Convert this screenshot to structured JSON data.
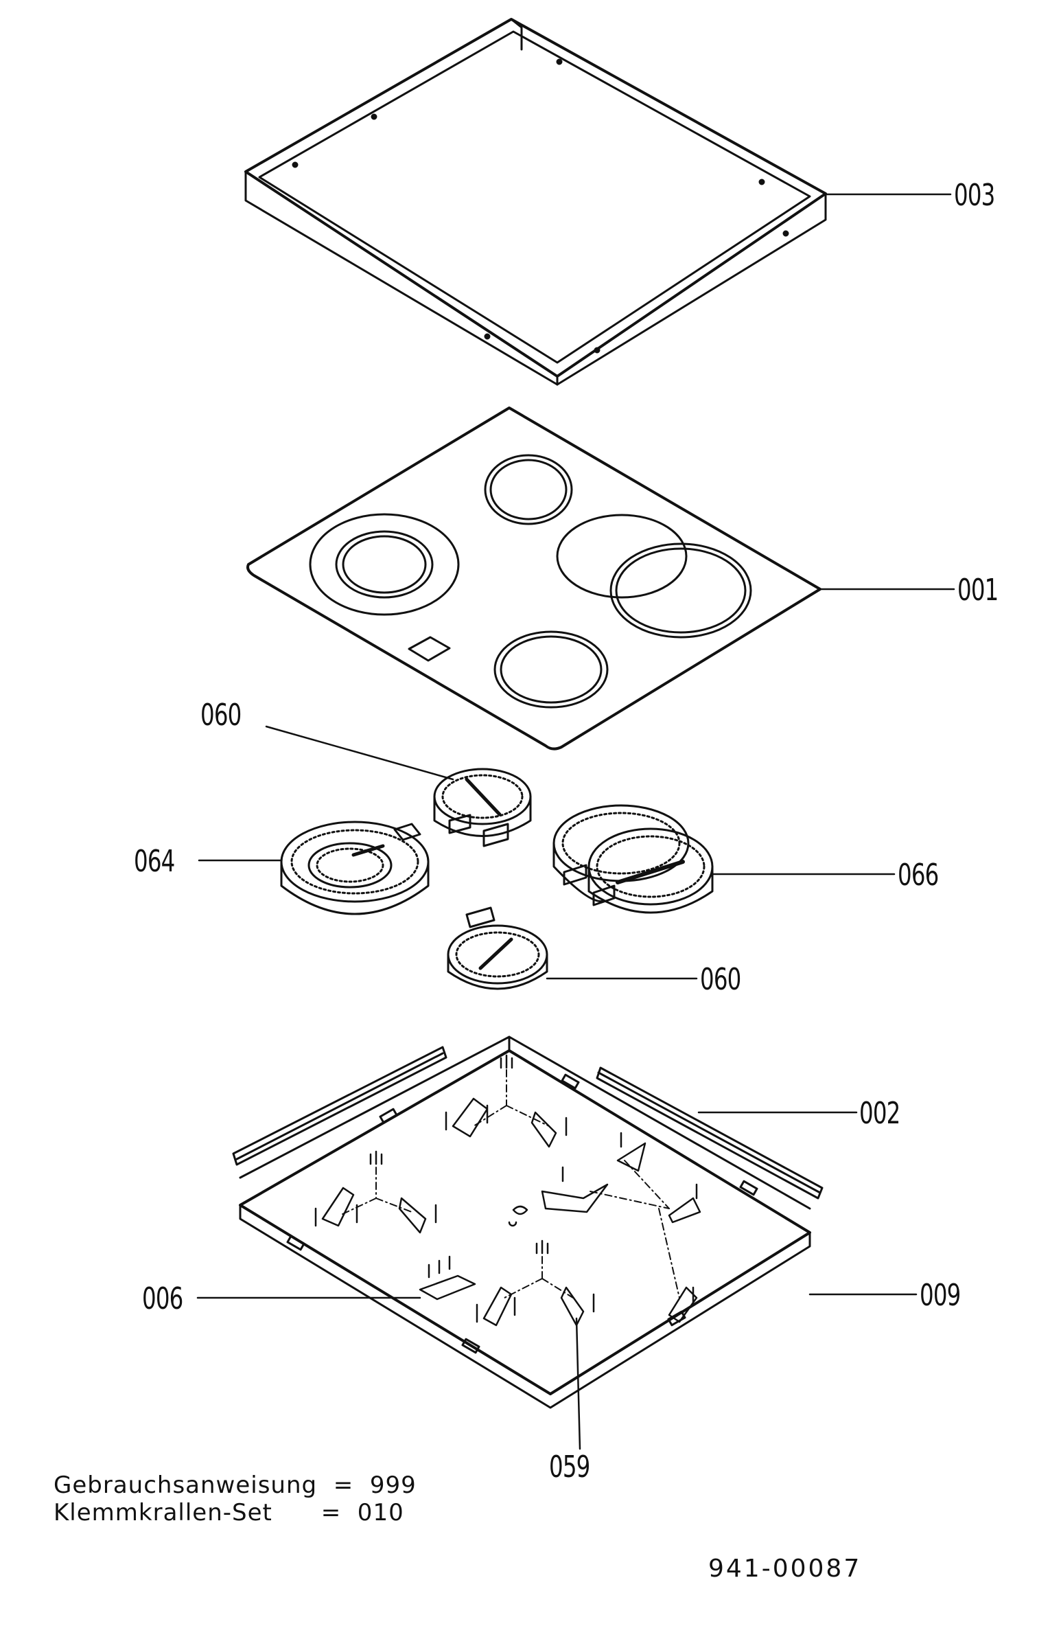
{
  "parts": [
    {
      "id": "003",
      "label": "003"
    },
    {
      "id": "001",
      "label": "001"
    },
    {
      "id": "060a",
      "label": "060"
    },
    {
      "id": "064",
      "label": "064"
    },
    {
      "id": "066",
      "label": "066"
    },
    {
      "id": "060b",
      "label": "060"
    },
    {
      "id": "002",
      "label": "002"
    },
    {
      "id": "006",
      "label": "006"
    },
    {
      "id": "009",
      "label": "009"
    },
    {
      "id": "059",
      "label": "059"
    }
  ],
  "notes": {
    "manual": "Gebrauchsanweisung  =  999",
    "clip_set": "Klemmkrallen-Set      =  010"
  },
  "drawing_number": "941-00087"
}
